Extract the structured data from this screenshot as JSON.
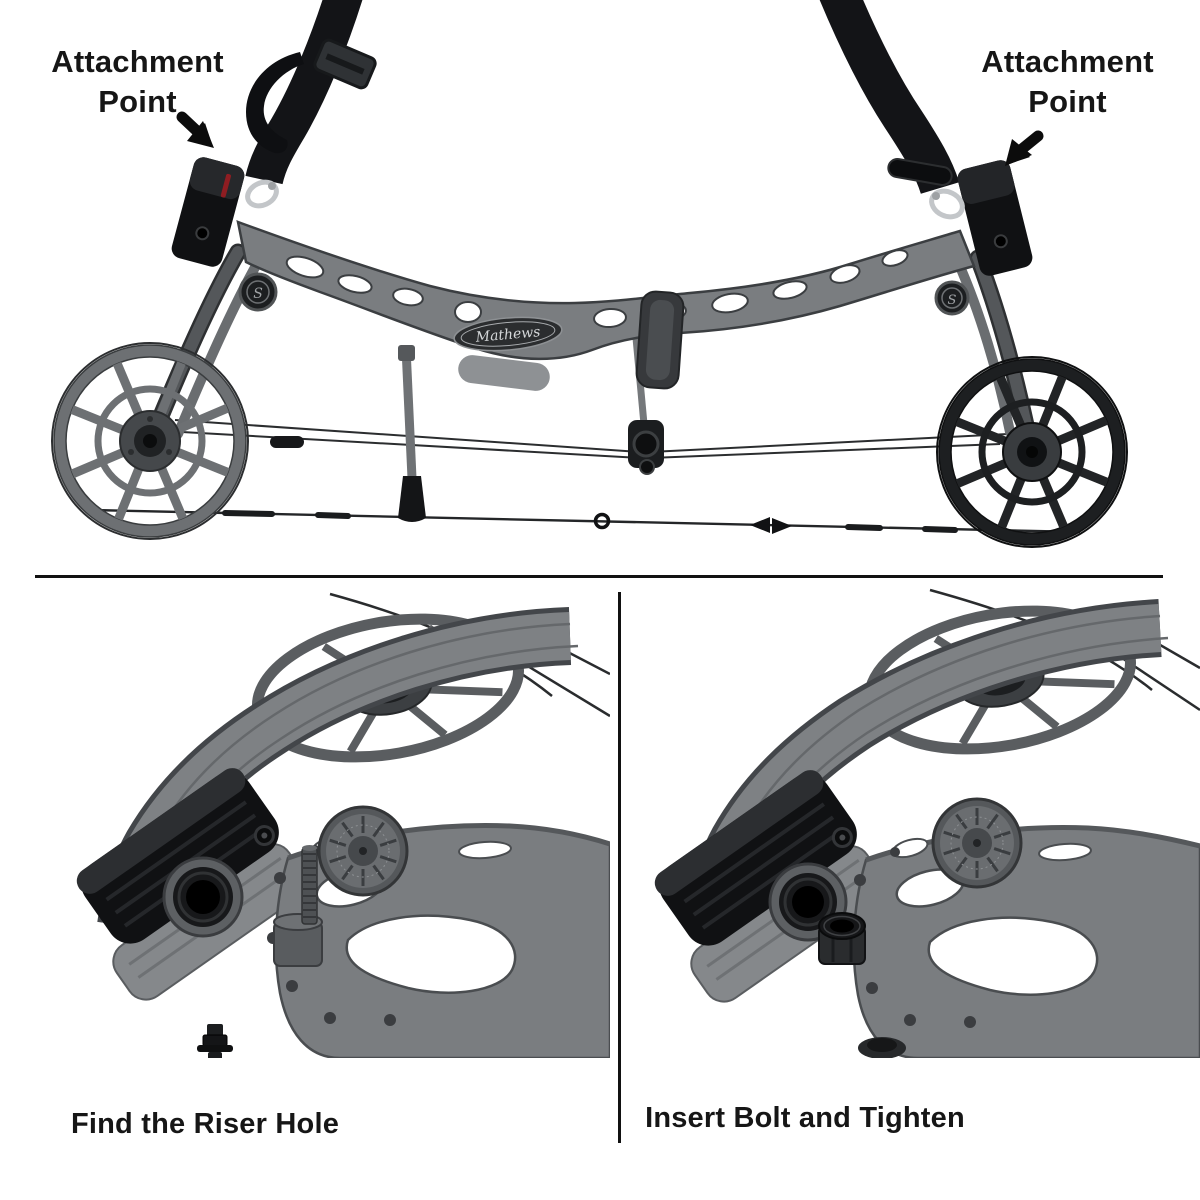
{
  "figure": {
    "background": "#ffffff",
    "top": {
      "left_label": {
        "line1": "Attachment",
        "line2": "Point"
      },
      "right_label": {
        "line1": "Attachment",
        "line2": "Point"
      },
      "brand_badge": "Mathews",
      "emblem_letter": "S"
    },
    "panels": {
      "left_caption": "Find the Riser Hole",
      "right_caption": "Insert Bolt and Tighten"
    },
    "colors": {
      "text": "#161616",
      "divider": "#111111",
      "strap_black": "#131417",
      "bow_gray": "#7a7d80",
      "bow_dark_gray": "#4a4d50",
      "pocket_black": "#101113",
      "metal_silver": "#c3c6c9",
      "accent_red": "#8f1d22"
    }
  }
}
